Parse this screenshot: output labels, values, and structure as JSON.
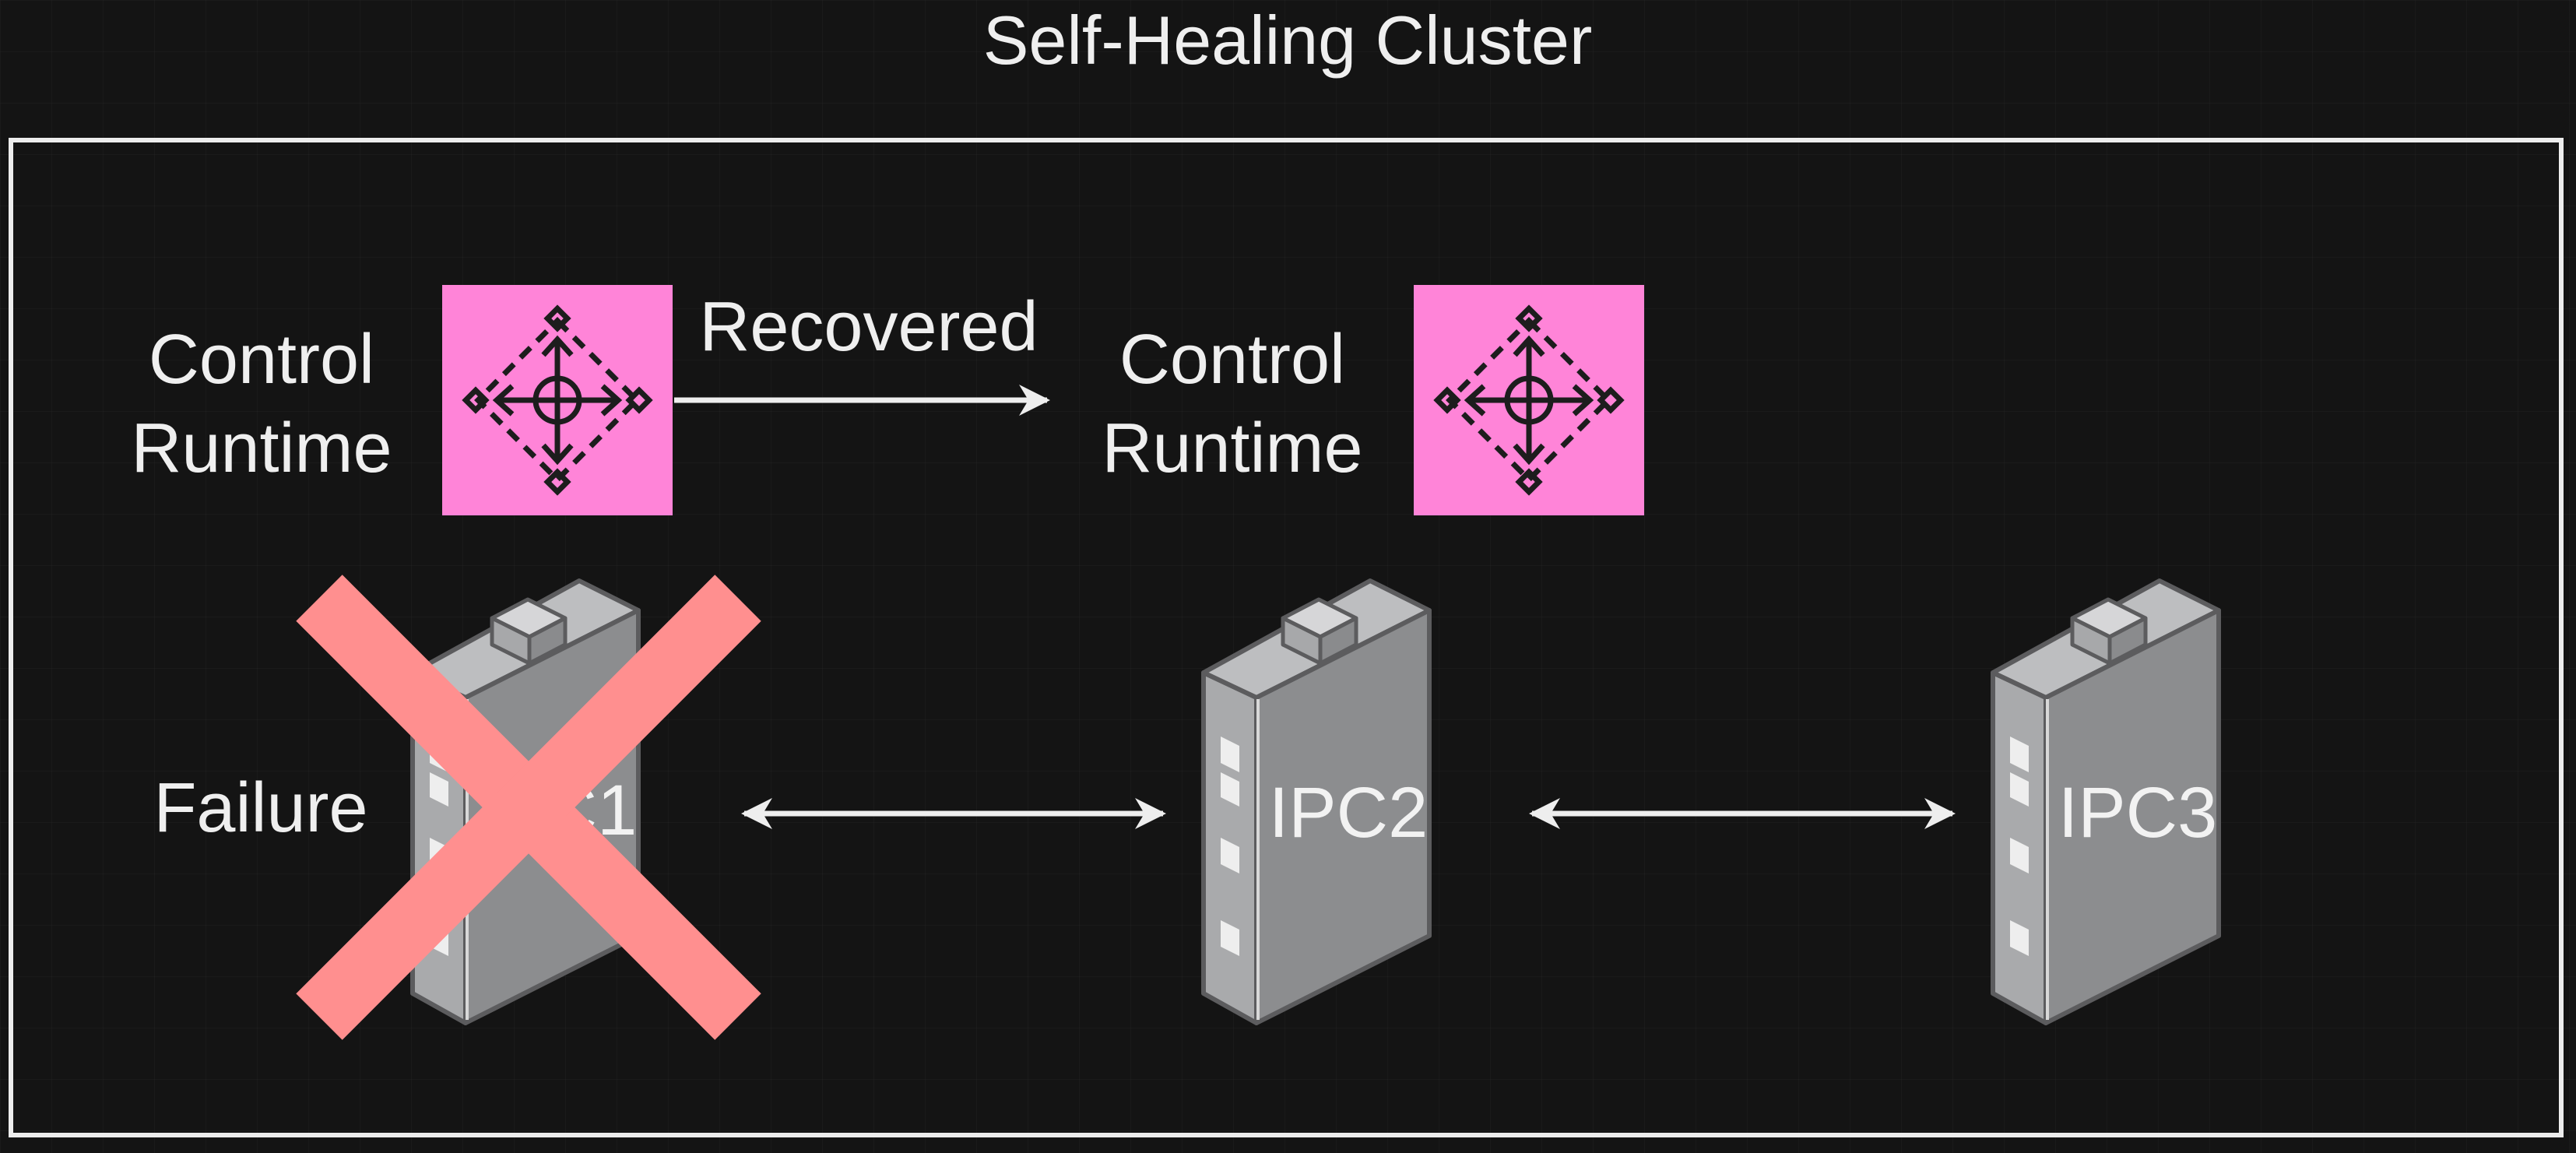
{
  "title": "Self-Healing Cluster",
  "runtime_left": {
    "line1": "Control",
    "line2": "Runtime",
    "icon": "control-runtime-icon"
  },
  "runtime_right": {
    "line1": "Control",
    "line2": "Runtime",
    "icon": "control-runtime-icon"
  },
  "recovered_label": "Recovered",
  "failure_label": "Failure",
  "nodes": [
    {
      "label": "IPC1",
      "failed": true
    },
    {
      "label": "IPC2",
      "failed": false
    },
    {
      "label": "IPC3",
      "failed": false
    }
  ],
  "colors": {
    "background": "#141414",
    "runtime_icon_bg": "#ff84d8",
    "failure_mark": "#ff8f8f",
    "device_gray": "#8c8d8f",
    "arrow": "#eeeeee"
  }
}
